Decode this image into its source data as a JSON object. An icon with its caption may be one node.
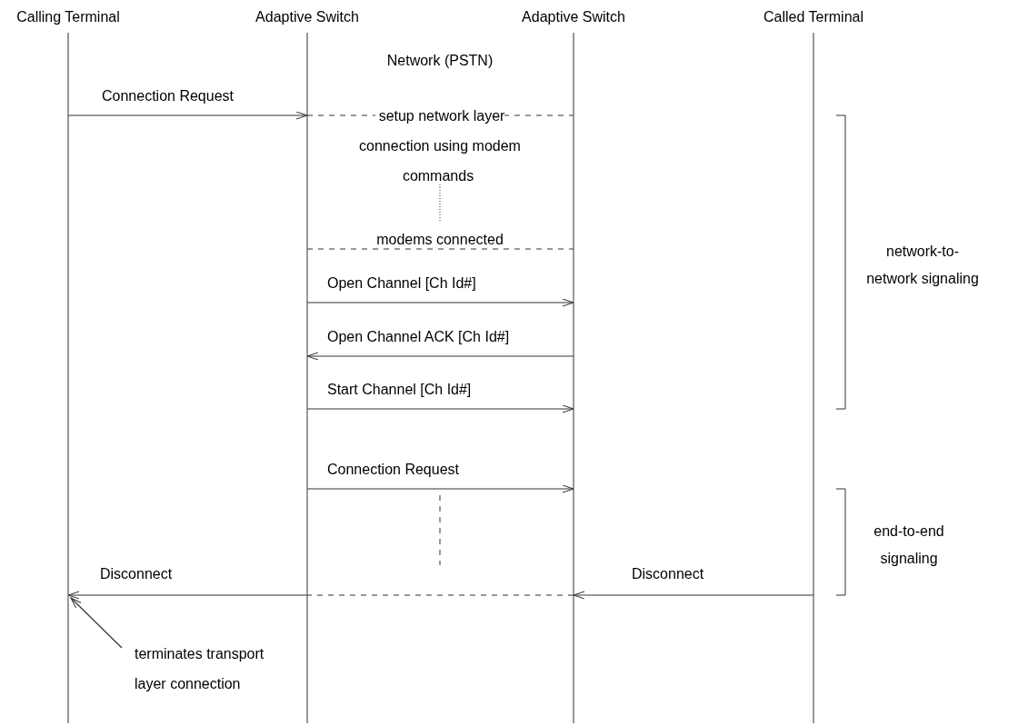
{
  "diagram": {
    "nodes": [
      {
        "text": [
          "Calling Terminal"
        ]
      },
      {
        "text": [
          "Adaptive Switch"
        ]
      },
      {
        "text": [
          "Adaptive Switch"
        ]
      },
      {
        "text": [
          "Called Terminal"
        ]
      },
      {
        "text": [
          "terminates transport layer connection"
        ]
      }
    ],
    "edges": [
      {
        "from": 0,
        "to": 1,
        "arrow": "to",
        "label": "Connection Request"
      },
      {
        "from": 1,
        "to": 2,
        "arrow": "none",
        "style": "dashed",
        "label": "setup network layer connection using modem commands"
      },
      {
        "from": 1,
        "to": 2,
        "arrow": "none",
        "style": "dashed",
        "label": "modems connected"
      },
      {
        "from": 1,
        "to": 2,
        "arrow": "to",
        "label": "Open Channel [Ch Id#]"
      },
      {
        "from": 2,
        "to": 1,
        "arrow": "to",
        "label": "Open Channel ACK [Ch Id#]"
      },
      {
        "from": 1,
        "to": 2,
        "arrow": "to",
        "label": "Start Channel [Ch Id#]"
      },
      {
        "from": 1,
        "to": 2,
        "arrow": "to",
        "label": "Connection Request"
      },
      {
        "from": 3,
        "to": 2,
        "arrow": "to",
        "label": "Disconnect"
      },
      {
        "from": 2,
        "to": 1,
        "arrow": "none",
        "style": "dashed"
      },
      {
        "from": 1,
        "to": 0,
        "arrow": "to",
        "label": "Disconnect"
      },
      {
        "from": 4,
        "to": 0,
        "arrow": "to"
      }
    ],
    "labels": [
      "Network (PSTN)",
      "network-to-network signaling",
      "end-to-end signaling"
    ]
  }
}
